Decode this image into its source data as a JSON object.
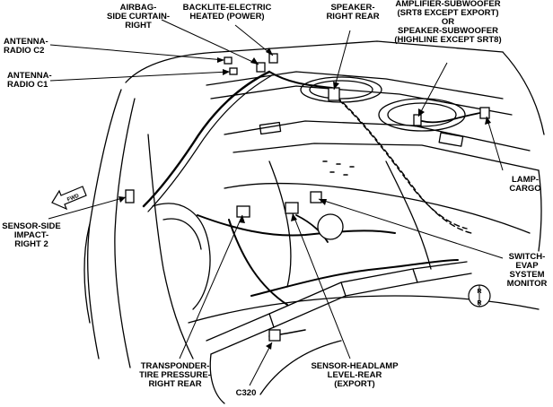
{
  "labels": {
    "airbag": [
      "AIRBAG-",
      "SIDE CURTAIN-",
      "RIGHT"
    ],
    "backlite": [
      "BACKLITE-ELECTRIC",
      "HEATED (POWER)"
    ],
    "speaker_rear": [
      "SPEAKER-",
      "RIGHT REAR"
    ],
    "amplifier": [
      "AMPLIFIER-SUBWOOFER",
      "(SRT8 EXCEPT EXPORT)",
      "OR",
      "SPEAKER-SUBWOOFER",
      "(HIGHLINE EXCEPT SRT8)"
    ],
    "antenna_c2": [
      "ANTENNA-",
      "RADIO C2"
    ],
    "antenna_c1": [
      "ANTENNA-",
      "RADIO C1"
    ],
    "lamp_cargo": [
      "LAMP-",
      "CARGO"
    ],
    "sensor_side": [
      "SENSOR-SIDE",
      "IMPACT-",
      "RIGHT 2"
    ],
    "switch_evap": [
      "SWITCH-",
      "EVAP",
      "SYSTEM",
      "MONITOR"
    ],
    "transponder": [
      "TRANSPONDER-",
      "TIRE PRESSURE-",
      "RIGHT REAR"
    ],
    "sensor_headlamp": [
      "SENSOR-HEADLAMP",
      "LEVEL-REAR",
      "(EXPORT)"
    ],
    "c320": [
      "C320"
    ]
  },
  "direction_marks": {
    "front_arrow": "FWD",
    "compass_letters": [
      "R",
      "R"
    ]
  }
}
